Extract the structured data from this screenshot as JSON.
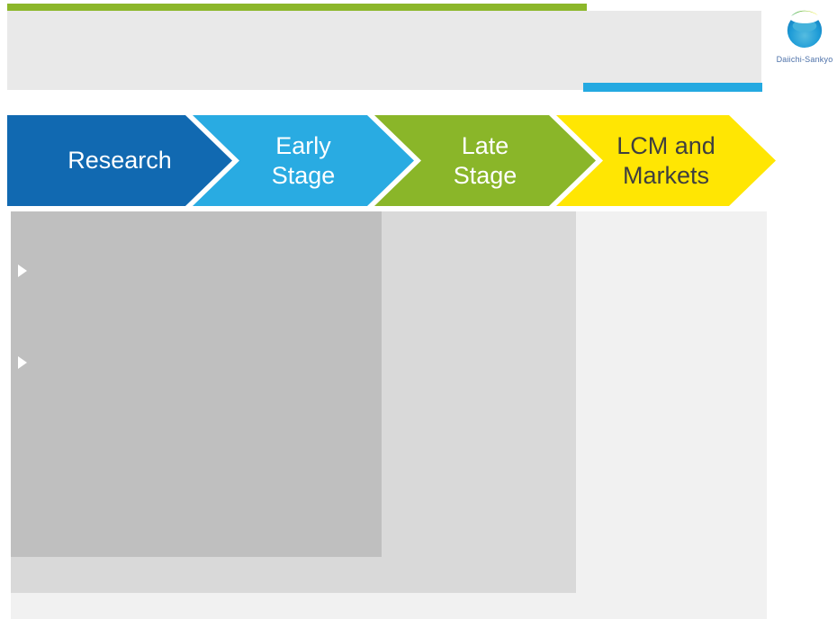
{
  "brand": {
    "name": "Daiichi-Sankyo"
  },
  "header": {
    "green_bar_color": "#8CB72A",
    "band_color": "#E9E9E9",
    "blue_bar_color": "#24A9E1"
  },
  "pipeline": {
    "stages": [
      {
        "id": "research",
        "lines": [
          "Research",
          ""
        ],
        "color": "#1169B1",
        "text_color": "#FFFFFF"
      },
      {
        "id": "early-stage",
        "lines": [
          "Early",
          "Stage"
        ],
        "color": "#29ABE2",
        "text_color": "#FFFFFF"
      },
      {
        "id": "late-stage",
        "lines": [
          "Late",
          "Stage"
        ],
        "color": "#8AB629",
        "text_color": "#FFFFFF"
      },
      {
        "id": "lcm-markets",
        "lines": [
          "LCM and",
          "Markets"
        ],
        "color": "#FFE603",
        "text_color": "#3F3F3F"
      }
    ]
  },
  "content": {
    "panels": [
      {
        "id": "research-panel",
        "color": "#BFBFBF"
      },
      {
        "id": "early-panel",
        "color": "#D9D9D9"
      },
      {
        "id": "late-panel",
        "color": "#F1F1F1"
      }
    ],
    "bullet_color": "#FFFFFF",
    "bullet_count": 2
  }
}
